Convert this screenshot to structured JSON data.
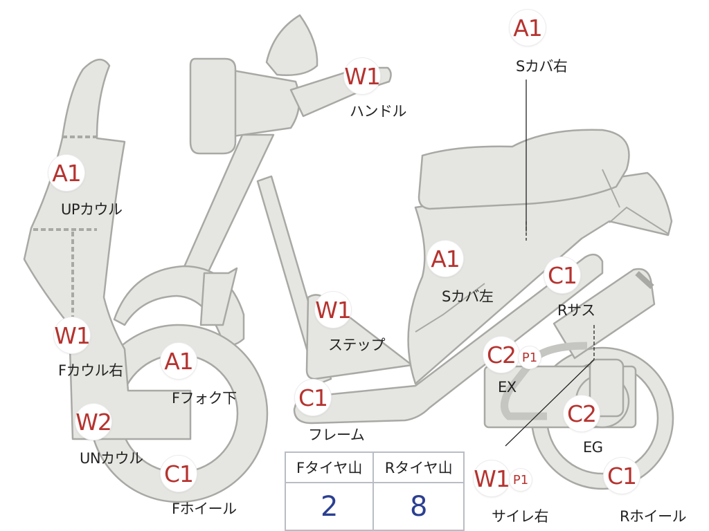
{
  "markers": [
    {
      "id": "handle",
      "code": "W1",
      "label": "ハンドル"
    },
    {
      "id": "scover-right",
      "code": "A1",
      "label": "Sカバ右"
    },
    {
      "id": "up-cowl",
      "code": "A1",
      "label": "UPカウル"
    },
    {
      "id": "scover-left",
      "code": "A1",
      "label": "Sカバ左"
    },
    {
      "id": "step",
      "code": "W1",
      "label": "ステップ"
    },
    {
      "id": "rear-suspension",
      "code": "C1",
      "label": "Rサス"
    },
    {
      "id": "f-cowl-right",
      "code": "W1",
      "label": "Fカウル右"
    },
    {
      "id": "f-fork-lower",
      "code": "A1",
      "label": "Fフォク下"
    },
    {
      "id": "exhaust",
      "code": "C2",
      "extra": "P1",
      "label": "EX"
    },
    {
      "id": "frame",
      "code": "C1",
      "label": "フレーム"
    },
    {
      "id": "un-cowl",
      "code": "W2",
      "label": "UNカウル"
    },
    {
      "id": "engine",
      "code": "C2",
      "label": "EG"
    },
    {
      "id": "f-wheel",
      "code": "C1",
      "label": "Fホイール"
    },
    {
      "id": "muffler-right",
      "code": "W1",
      "extra": "P1",
      "label": "サイレ右"
    },
    {
      "id": "r-wheel",
      "code": "C1",
      "label": "Rホイール"
    }
  ],
  "tread_table": {
    "headers": [
      "Fタイヤ山",
      "Rタイヤ山"
    ],
    "values": [
      "2",
      "8"
    ]
  }
}
